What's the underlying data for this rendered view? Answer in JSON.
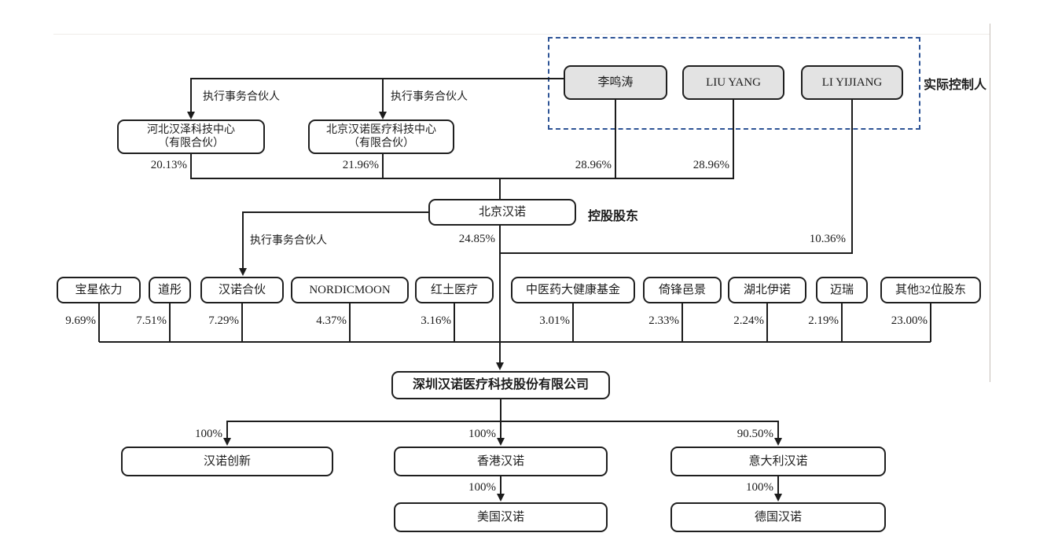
{
  "labels": {
    "actual_controllers": "实际控制人",
    "controlling_shareholder": "控股股东",
    "executive_partner": "执行事务合伙人"
  },
  "controllers": [
    {
      "name": "李鸣涛",
      "pct": "28.96%"
    },
    {
      "name": "LIU YANG",
      "pct": "28.96%"
    },
    {
      "name": "LI YIJIANG",
      "pct": "10.36%"
    }
  ],
  "partnerships": [
    {
      "name": "河北汉泽科技中心\n（有限合伙）",
      "pct": "20.13%"
    },
    {
      "name": "北京汉诺医疗科技中心\n（有限合伙）",
      "pct": "21.96%"
    }
  ],
  "holding_company": {
    "name": "北京汉诺",
    "pct": "24.85%"
  },
  "shareholders": [
    {
      "name": "宝星依力",
      "pct": "9.69%"
    },
    {
      "name": "道彤",
      "pct": "7.51%"
    },
    {
      "name": "汉诺合伙",
      "pct": "7.29%"
    },
    {
      "name": "NORDICMOON",
      "pct": "4.37%"
    },
    {
      "name": "红土医疗",
      "pct": "3.16%"
    },
    {
      "name": "中医药大健康基金",
      "pct": "3.01%"
    },
    {
      "name": "倚锋邑景",
      "pct": "2.33%"
    },
    {
      "name": "湖北伊诺",
      "pct": "2.24%"
    },
    {
      "name": "迈瑞",
      "pct": "2.19%"
    },
    {
      "name": "其他32位股东",
      "pct": "23.00%"
    }
  ],
  "issuer": {
    "name": "深圳汉诺医疗科技股份有限公司"
  },
  "subsidiaries": [
    {
      "name": "汉诺创新",
      "pct": "100%"
    },
    {
      "name": "香港汉诺",
      "pct": "100%"
    },
    {
      "name": "意大利汉诺",
      "pct": "90.50%"
    }
  ],
  "grandchild_subsidiaries": [
    {
      "name": "美国汉诺",
      "pct": "100%"
    },
    {
      "name": "德国汉诺",
      "pct": "100%"
    }
  ],
  "colors": {
    "line": "#1c1c1c",
    "controller_box_fill": "#e3e3e3",
    "dashed_group_border": "#2e5496",
    "page_border": "#c6beb9"
  }
}
